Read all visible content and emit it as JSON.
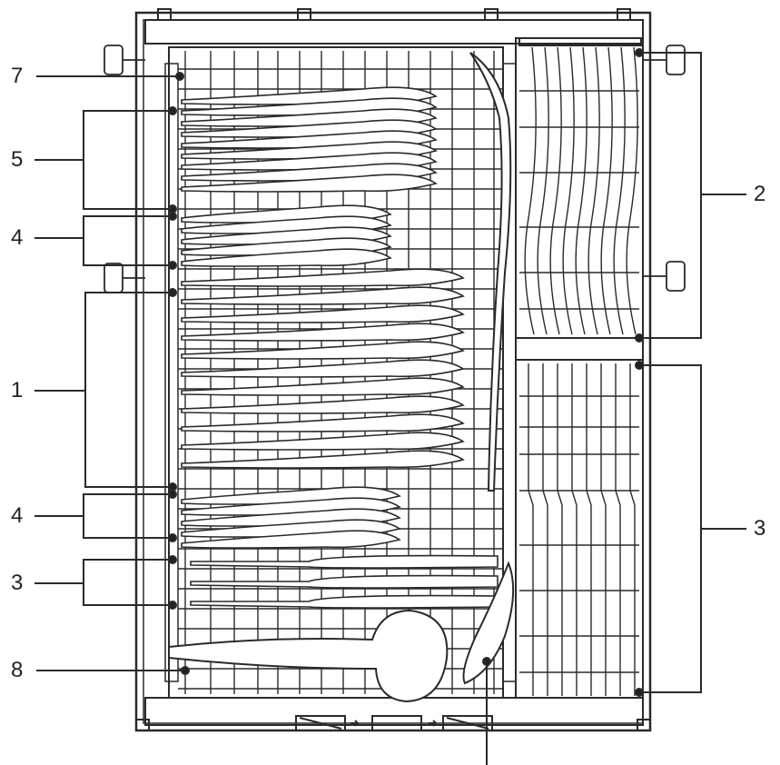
{
  "figure": {
    "subject": "cutlery-rack-loading-diagram",
    "callouts": [
      {
        "id": "c7",
        "label": "7"
      },
      {
        "id": "c5",
        "label": "5"
      },
      {
        "id": "c4a",
        "label": "4"
      },
      {
        "id": "c1",
        "label": "1"
      },
      {
        "id": "c4b",
        "label": "4"
      },
      {
        "id": "c3a",
        "label": "3"
      },
      {
        "id": "c8",
        "label": "8"
      },
      {
        "id": "c2",
        "label": "2"
      },
      {
        "id": "c3b",
        "label": "3"
      }
    ],
    "colors": {
      "line": "#2a2a2a",
      "background": "#ffffff",
      "fill": "#ffffff"
    }
  }
}
